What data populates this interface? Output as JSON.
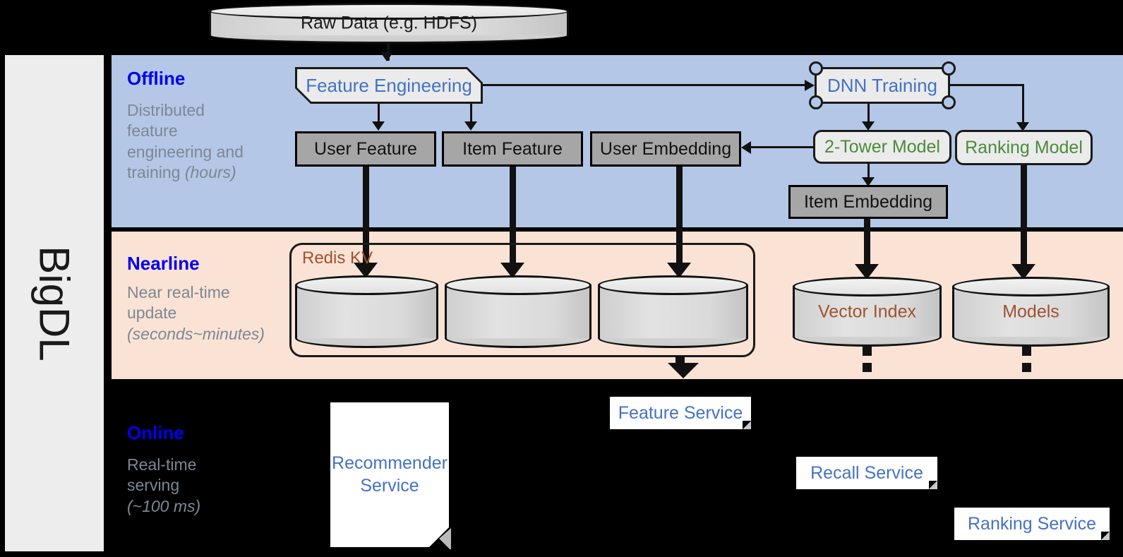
{
  "framework": {
    "name": "BigDL"
  },
  "source": {
    "label": "Raw Data (e.g. HDFS)"
  },
  "layers": [
    {
      "id": "offline",
      "title": "Offline",
      "subtitle": "Distributed feature engineering and training (hours)",
      "subtitle_plain": "Distributed\nfeature\nengineering and\ntraining ",
      "subtitle_italic": "(hours)",
      "background": "#b4c7e7",
      "title_color": "#0000ee"
    },
    {
      "id": "nearline",
      "title": "Nearline",
      "subtitle_plain": "Near real-time\nupdate\n",
      "subtitle_italic": "(seconds~minutes)",
      "background": "#fae3d5",
      "title_color": "#0000ee"
    },
    {
      "id": "online",
      "title": "Online",
      "subtitle_plain": "Real-time\nserving\n",
      "subtitle_italic": "(~100 ms)",
      "background": "#000000",
      "title_color": "#0000ee"
    }
  ],
  "offline": {
    "feature_engineering": "Feature Engineering",
    "dnn_training": "DNN Training",
    "user_feature": "User Feature",
    "item_feature": "Item Feature",
    "user_embedding": "User Embedding",
    "two_tower_model": "2-Tower Model",
    "ranking_model": "Ranking Model",
    "item_embedding": "Item Embedding"
  },
  "nearline": {
    "redis_kv": "Redis KV",
    "vector_index": "Vector Index",
    "models": "Models"
  },
  "online": {
    "recommender_service": "Recommender Service",
    "feature_service": "Feature Service",
    "recall_service": "Recall Service",
    "ranking_service": "Ranking Service"
  },
  "colors": {
    "offline_band": "#b4c7e7",
    "nearline_band": "#fae3d5",
    "online_band": "#000000",
    "rail": "#ededed",
    "accent_blue": "#4472c4",
    "accent_green": "#4a8b3b",
    "accent_brown": "#a0522d",
    "layer_title": "#0000ee",
    "layer_subtitle": "#7d8794",
    "grey_box": "#a6a6a6",
    "model_box": "#ebebeb"
  }
}
